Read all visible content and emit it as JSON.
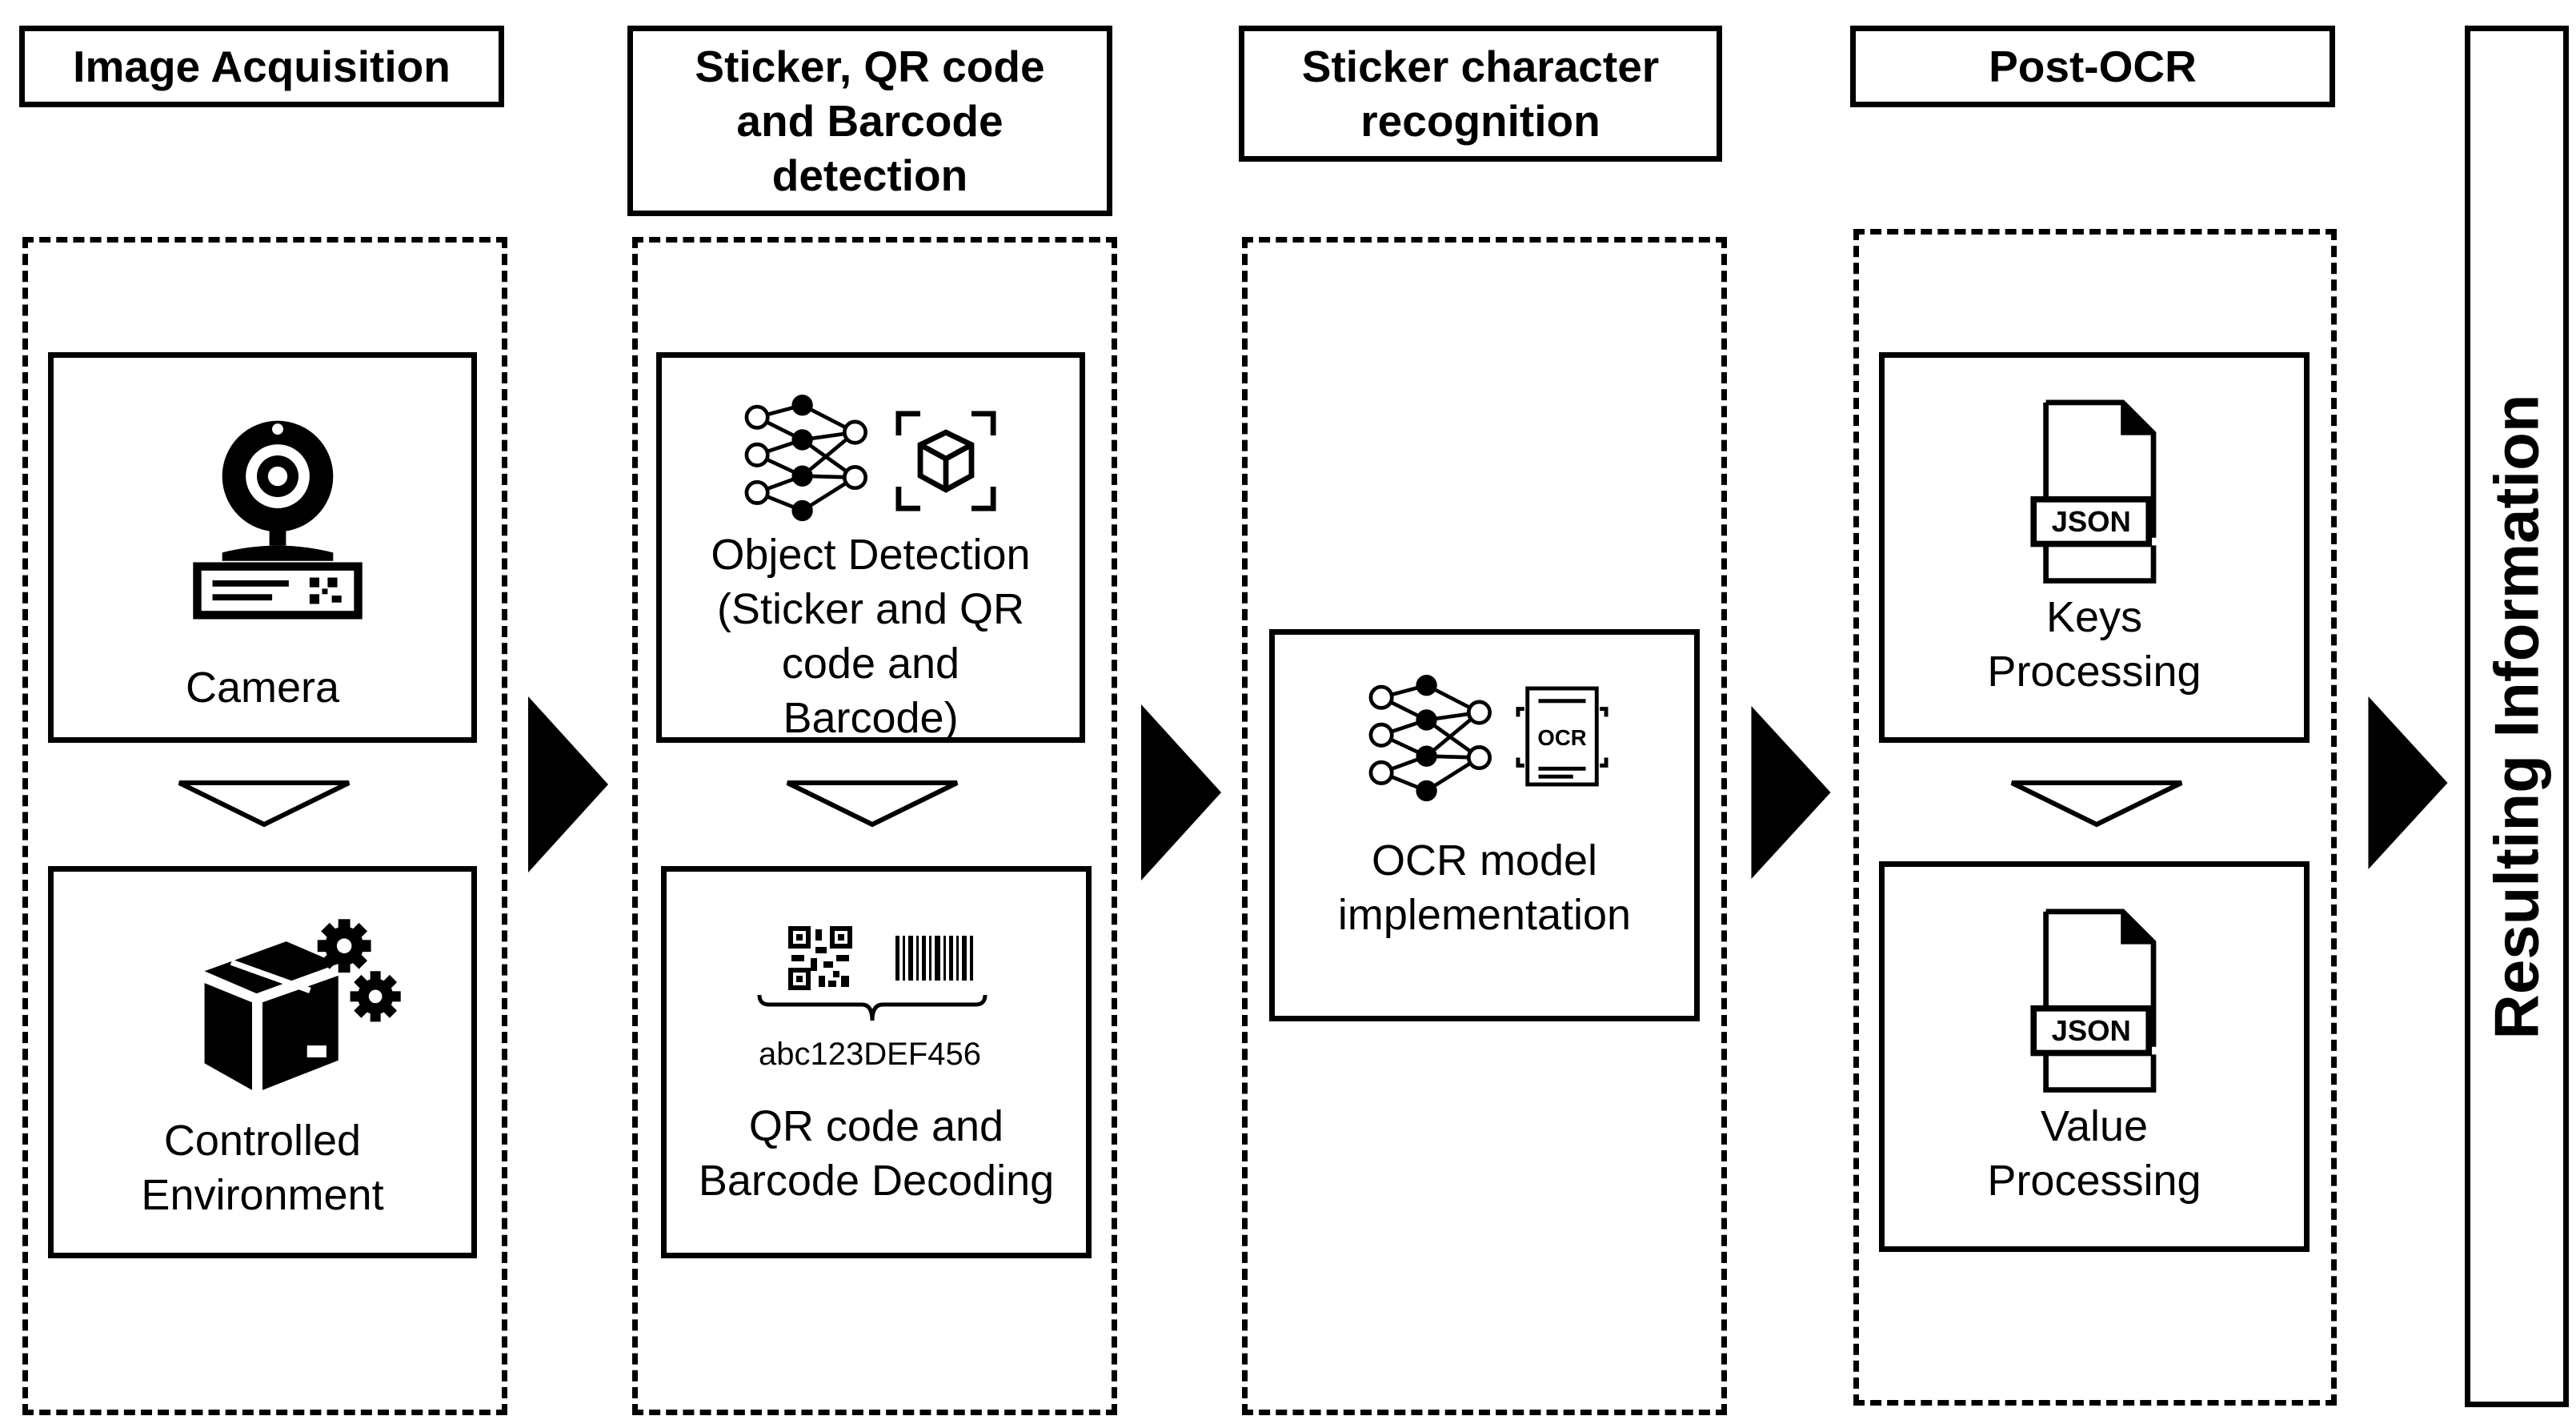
{
  "headers": {
    "image_acquisition": "Image Acquisition",
    "detection_line1": "Sticker, QR code",
    "detection_line2": "and Barcode",
    "detection_line3": "detection",
    "recognition_line1": "Sticker character",
    "recognition_line2": "recognition",
    "post_ocr": "Post-OCR"
  },
  "boxes": {
    "camera": "Camera",
    "controlled_line1": "Controlled",
    "controlled_line2": "Environment",
    "object_detection_line1": "Object Detection",
    "object_detection_line2": "(Sticker and QR",
    "object_detection_line3": "code and",
    "object_detection_line4": "Barcode)",
    "decoded_value": "abc123DEF456",
    "decoding_line1": "QR code and",
    "decoding_line2": "Barcode Decoding",
    "ocr_line1": "OCR model",
    "ocr_line2": "implementation",
    "keys_line1": "Keys",
    "keys_line2": "Processing",
    "value_line1": "Value",
    "value_line2": "Processing"
  },
  "icons": {
    "ocr_tag": "OCR",
    "json_tag": "JSON"
  },
  "result": "Resulting Information"
}
